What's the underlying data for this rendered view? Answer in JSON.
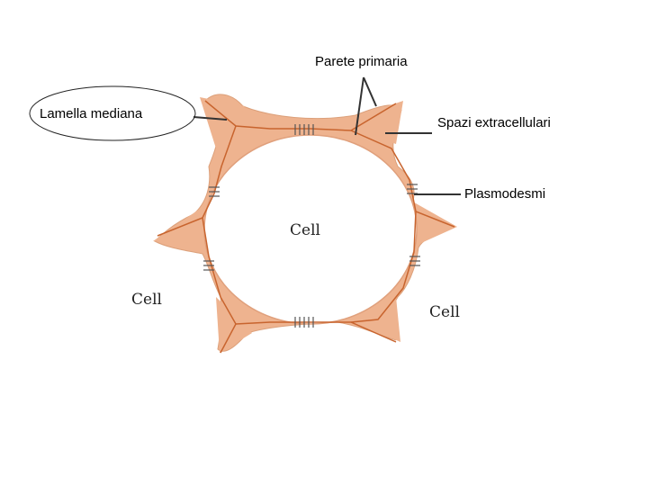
{
  "labels": {
    "parete_primaria": "Parete primaria",
    "lamella_mediana": "Lamella mediana",
    "spazi_extracellulari": "Spazi extracellulari",
    "plasmodesmi": "Plasmodesmi"
  },
  "cells": {
    "center": "Cell",
    "left": "Cell",
    "right": "Cell"
  },
  "colors": {
    "wall_fill": "#eeb38f",
    "wall_shadow": "#d99a72",
    "lamella_line": "#c8642e",
    "leader_line": "#333333"
  }
}
